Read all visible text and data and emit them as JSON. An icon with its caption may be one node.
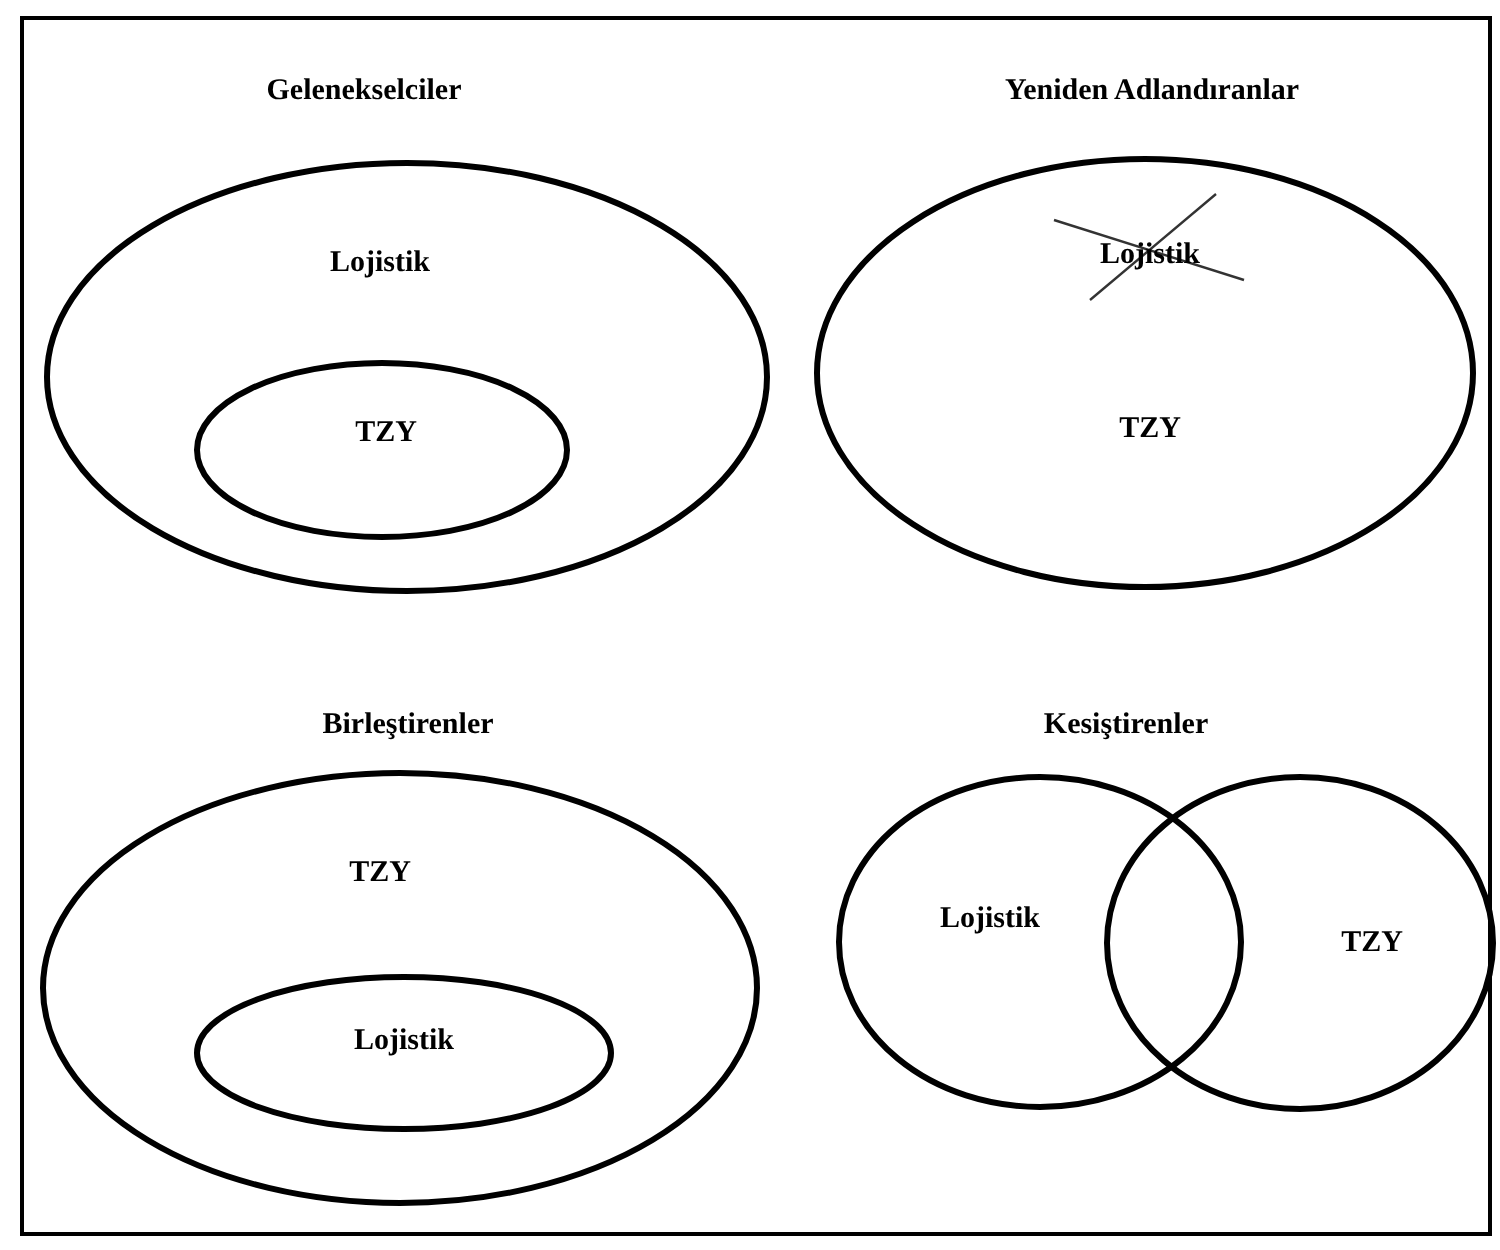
{
  "diagram": {
    "nodes": [
      {
        "text": [
          "Lojistik"
        ]
      },
      {
        "text": [
          "TZY"
        ],
        "in": 0
      },
      {
        "text": [
          "Lojistik",
          "TZY"
        ]
      },
      {
        "text": [
          "TZY"
        ]
      },
      {
        "text": [
          "Lojistik"
        ],
        "in": 3
      },
      {
        "text": [
          "Lojistik"
        ]
      },
      {
        "text": [
          "TZY"
        ]
      }
    ],
    "labels": [
      "Gelenekselciler",
      "Yeniden Adlandıranlar",
      "Birleştirenler",
      "Kesiştirenler"
    ]
  }
}
